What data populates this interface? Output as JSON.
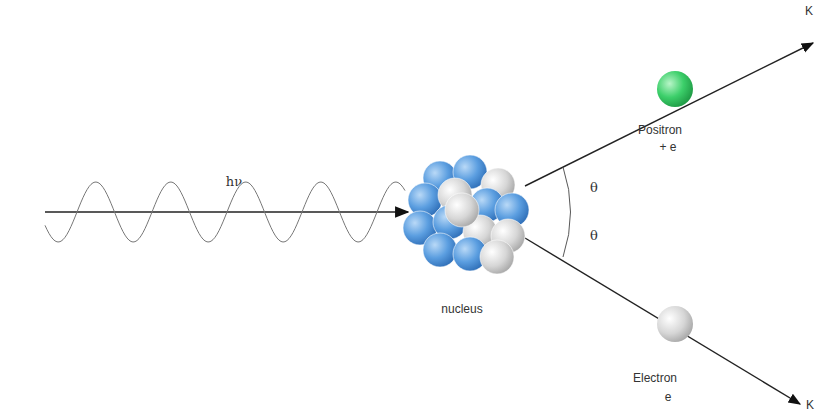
{
  "diagram": {
    "labels": [
      "K",
      "hν",
      "Positron",
      "+ e",
      "θ",
      "θ",
      "nucleus",
      "Electron",
      "e",
      "K"
    ]
  }
}
